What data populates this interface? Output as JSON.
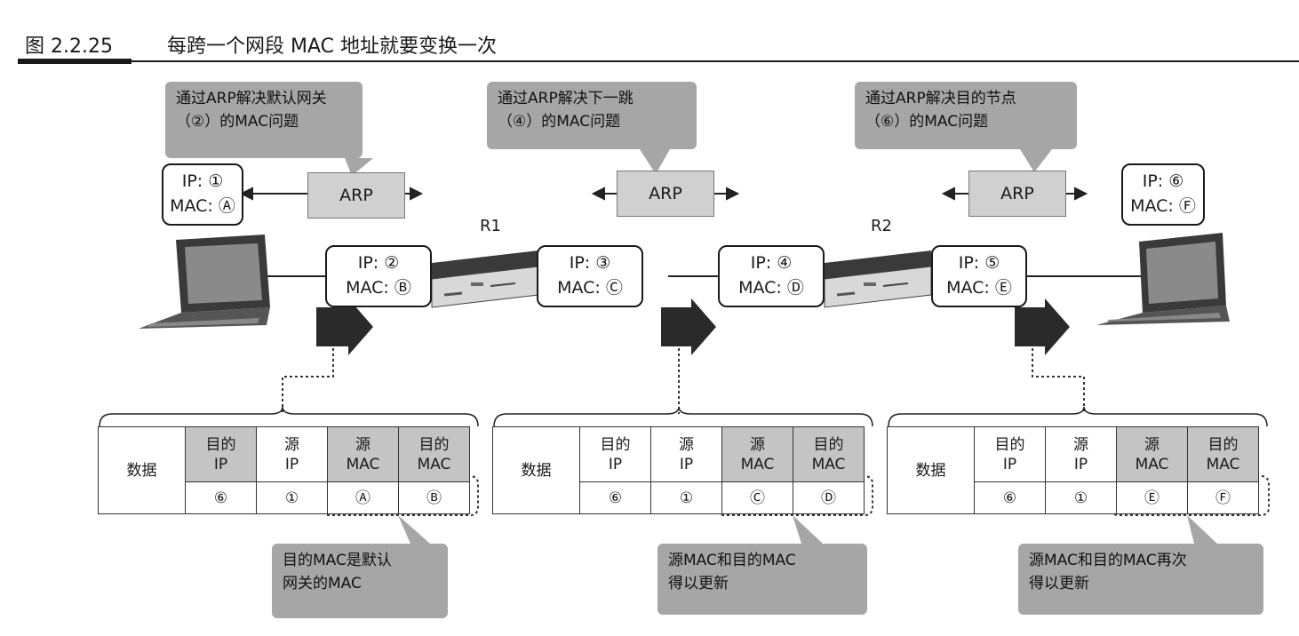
{
  "figure": {
    "number": "图 2.2.25",
    "title": "每跨一个网段 MAC 地址就要变换一次"
  },
  "callouts_top": [
    {
      "lines": [
        "通过ARP解决默认网关",
        "（②）的MAC问题"
      ]
    },
    {
      "lines": [
        "通过ARP解决下一跳",
        "（④）的MAC问题"
      ]
    },
    {
      "lines": [
        "通过ARP解决目的节点",
        "（⑥）的MAC问题"
      ]
    }
  ],
  "hosts": [
    {
      "ip": "IP: ①",
      "mac": "MAC: Ⓐ"
    },
    {
      "ip": "IP: ⑥",
      "mac": "MAC: Ⓕ"
    }
  ],
  "interfaces": [
    {
      "ip": "IP: ②",
      "mac": "MAC: Ⓑ"
    },
    {
      "ip": "IP: ③",
      "mac": "MAC: Ⓒ"
    },
    {
      "ip": "IP: ④",
      "mac": "MAC: Ⓓ"
    },
    {
      "ip": "IP: ⑤",
      "mac": "MAC: Ⓔ"
    }
  ],
  "arp_label": "ARP",
  "routers": [
    "R1",
    "R2"
  ],
  "frame_headers": {
    "data": "数据",
    "dst_ip": [
      "目的",
      "IP"
    ],
    "src_ip": [
      "源",
      "IP"
    ],
    "src_mac": [
      "源",
      "MAC"
    ],
    "dst_mac": [
      "目的",
      "MAC"
    ]
  },
  "frames": [
    {
      "dst_ip": "⑥",
      "src_ip": "①",
      "src_mac": "Ⓐ",
      "dst_mac": "Ⓑ"
    },
    {
      "dst_ip": "⑥",
      "src_ip": "①",
      "src_mac": "Ⓒ",
      "dst_mac": "Ⓓ"
    },
    {
      "dst_ip": "⑥",
      "src_ip": "①",
      "src_mac": "Ⓔ",
      "dst_mac": "Ⓕ"
    }
  ],
  "callouts_bottom": [
    {
      "lines": [
        "目的MAC是默认",
        "网关的MAC"
      ]
    },
    {
      "lines": [
        "源MAC和目的MAC",
        "得以更新"
      ]
    },
    {
      "lines": [
        "源MAC和目的MAC再次",
        "得以更新"
      ]
    }
  ],
  "colors": {
    "callout": "#a6a6a6",
    "arp_box": "#d0d0d0",
    "header_cell": "#c4c4c4",
    "ink": "#1a1a1a"
  }
}
